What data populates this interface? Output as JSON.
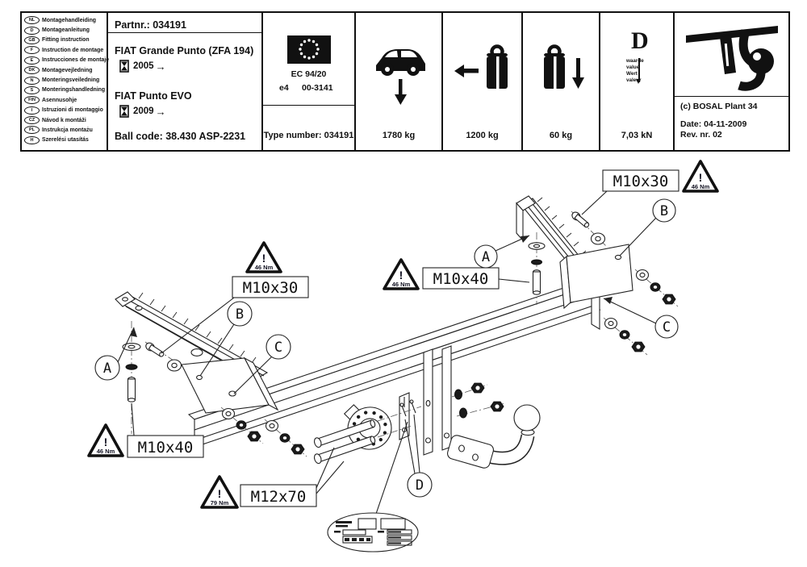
{
  "header": {
    "languages": [
      {
        "code": "NL",
        "label": "Montagehandleiding"
      },
      {
        "code": "D",
        "label": "Montageanleitung"
      },
      {
        "code": "GB",
        "label": "Fitting instruction"
      },
      {
        "code": "F",
        "label": "Instruction de montage"
      },
      {
        "code": "E",
        "label": "Instrucciones de montaje"
      },
      {
        "code": "DK",
        "label": "Montagevejledning"
      },
      {
        "code": "N",
        "label": "Monteringsveiledning"
      },
      {
        "code": "S",
        "label": "Monteringshandledning"
      },
      {
        "code": "FIN",
        "label": "Asennusohje"
      },
      {
        "code": "I",
        "label": "Istruzioni di montaggio"
      },
      {
        "code": "CZ",
        "label": "Návod k montáži"
      },
      {
        "code": "PL",
        "label": "Instrukcja montażu"
      },
      {
        "code": "H",
        "label": "Szerelési utasítás"
      }
    ],
    "part": {
      "partnr": "Partnr.: 034191",
      "vehicle1": "FIAT Grande Punto (ZFA 194)",
      "vehicle1_year": "2005",
      "vehicle2": "FIAT Punto EVO",
      "vehicle2_year": "2009",
      "ball_code": "Ball code: 38.430 ASP-2231"
    },
    "approval": {
      "ec": "EC 94/20",
      "e_mark": "e4",
      "number": "00-3141",
      "type_number": "Type number: 034191"
    },
    "weights": {
      "vehicle": "1780 kg",
      "towing": "1200 kg",
      "vertical": "60 kg"
    },
    "d_value": {
      "letter": "D",
      "words": "waarde\nvalue\nWert\nvaleur",
      "value": "7,03 kN"
    },
    "company": {
      "copyright": "(c) BOSAL Plant 34",
      "date": "Date: 04-11-2009",
      "rev": "Rev. nr.  02"
    },
    "icons": {
      "right_arrow": "→"
    }
  },
  "diagram": {
    "bolt_labels": [
      "M10x30",
      "M10x40",
      "M12x70",
      "M10x40",
      "M10x30"
    ],
    "torques": [
      "46 Nm",
      "46 Nm",
      "79 Nm",
      "46 Nm",
      "46 Nm"
    ],
    "warning_mark": "!",
    "callouts": [
      "A",
      "B",
      "C",
      "A",
      "B",
      "C",
      "D"
    ]
  }
}
